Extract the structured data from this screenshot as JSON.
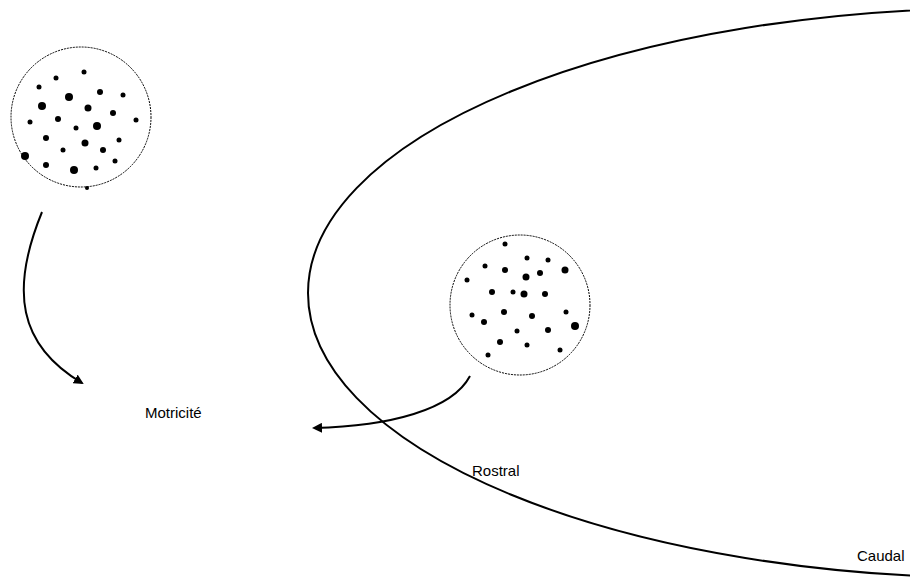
{
  "diagram": {
    "labels": [
      "Motricité",
      "Rostral",
      "Caudal"
    ]
  }
}
